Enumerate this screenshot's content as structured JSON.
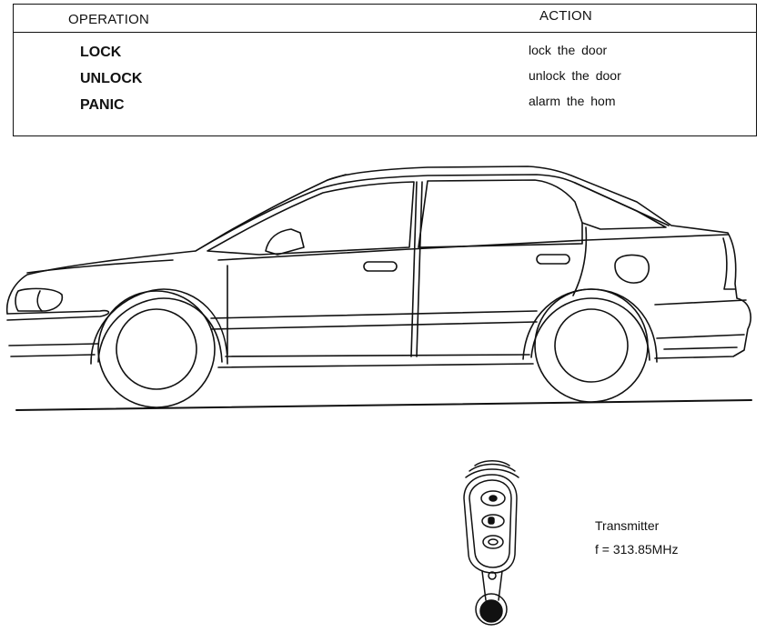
{
  "table": {
    "header_operation": "OPERATION",
    "header_action": "ACTION",
    "rows": [
      {
        "operation": "LOCK",
        "action": "lock the door"
      },
      {
        "operation": "UNLOCK",
        "action": "unlock the door"
      },
      {
        "operation": "PANIC",
        "action": "alarm the hom"
      }
    ]
  },
  "transmitter": {
    "label": "Transmitter",
    "frequency": "f = 313.85MHz"
  },
  "figure": {
    "car_icon": "sedan-side-view-icon",
    "remote_icon": "key-fob-transmitter-icon",
    "line_color": "#111111",
    "background": "#ffffff"
  }
}
